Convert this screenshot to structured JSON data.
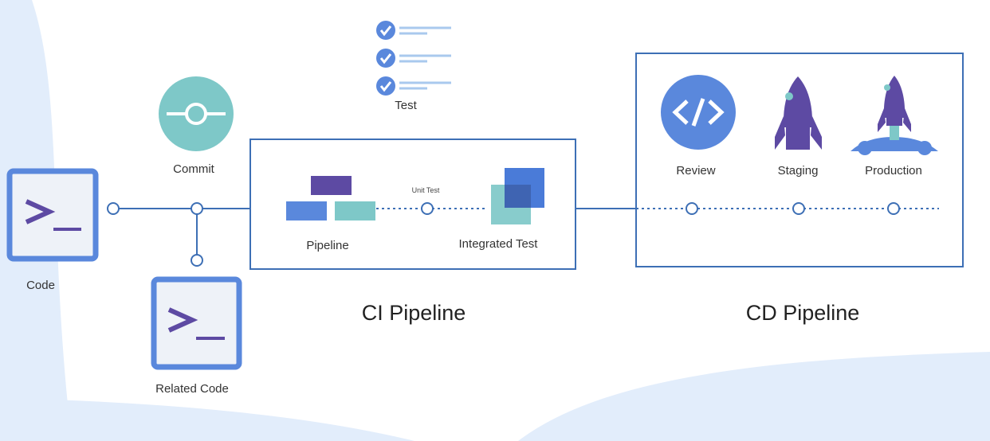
{
  "labels": {
    "code": "Code",
    "commit": "Commit",
    "related_code": "Related Code",
    "test": "Test",
    "pipeline": "Pipeline",
    "unit_test": "Unit Test",
    "integrated_test": "Integrated Test",
    "review": "Review",
    "staging": "Staging",
    "production": "Production",
    "ci_title": "CI Pipeline",
    "cd_title": "CD Pipeline"
  },
  "icons": {
    "code": "terminal-icon",
    "commit": "commit-icon",
    "related_code": "terminal-icon",
    "test": "checklist-icon",
    "pipeline": "pipeline-blocks-icon",
    "integrated_test": "overlapping-squares-icon",
    "review": "code-brackets-icon",
    "staging": "rocket-icon",
    "production": "rocket-launch-icon"
  },
  "colors": {
    "blue": "#5a88dc",
    "teal": "#7ec8c8",
    "purple": "#5d4aa3",
    "line": "#3d6fb5",
    "background_blob": "#e2edfb"
  }
}
